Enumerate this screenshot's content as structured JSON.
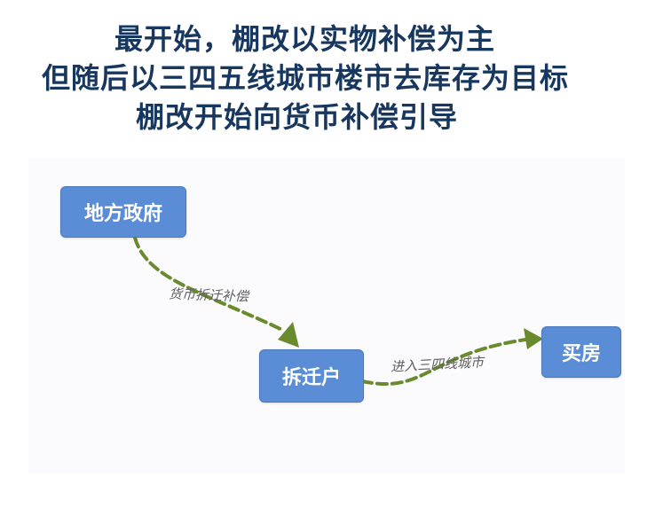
{
  "title": {
    "lines": [
      "最开始，棚改以实物补偿为主",
      "但随后以三四五线城市楼市去库存为目标",
      "棚改开始向货币补偿引导"
    ],
    "color": "#17375e"
  },
  "diagram": {
    "nodes": [
      {
        "id": "local-government",
        "label": "地方政府"
      },
      {
        "id": "relocated-household",
        "label": "拆迁户"
      },
      {
        "id": "buy-house",
        "label": "买房"
      }
    ],
    "edges": [
      {
        "from": "local-government",
        "to": "relocated-household",
        "label": "货币拆迁补偿"
      },
      {
        "from": "relocated-household",
        "to": "buy-house",
        "label": "进入三四线城市"
      }
    ],
    "node_color": "#5b8dd6",
    "edge_color": "#6a8a2e"
  }
}
